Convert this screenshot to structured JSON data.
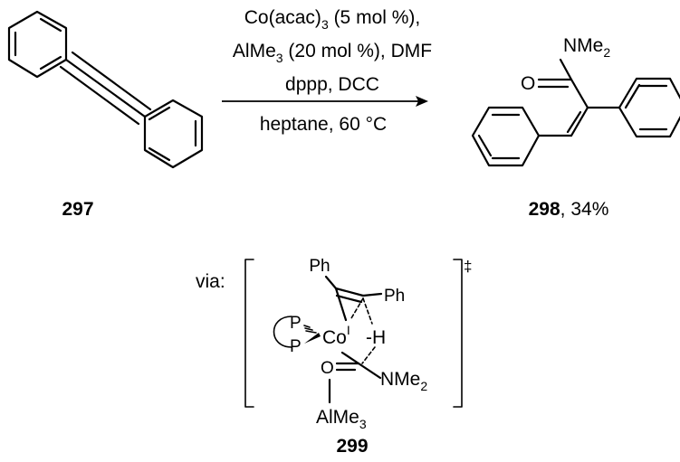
{
  "conditions": {
    "line1_main": "Co(acac)",
    "line1_sub": "3",
    "line1_tail": " (5 mol %),",
    "line2_main": "AlMe",
    "line2_sub": "3",
    "line2_tail": " (20 mol %), DMF",
    "line3": "dppp, DCC",
    "line4": "heptane, 60 °C"
  },
  "compound_297": {
    "label": "297"
  },
  "compound_298": {
    "label": "298",
    "yield": ", 34%",
    "o_label": "O",
    "amide_main": "NMe",
    "amide_sub": "2"
  },
  "ts_299": {
    "prefix": "via:",
    "label": "299",
    "dagger": "‡",
    "ph_top": "Ph",
    "ph_right": "Ph",
    "p_top": "P",
    "p_bottom": "P",
    "co": "Co",
    "co_ox": "I",
    "h": "-H",
    "o": "O",
    "nme_main": "NMe",
    "nme_sub": "2",
    "al_main": "AlMe",
    "al_sub": "3"
  }
}
